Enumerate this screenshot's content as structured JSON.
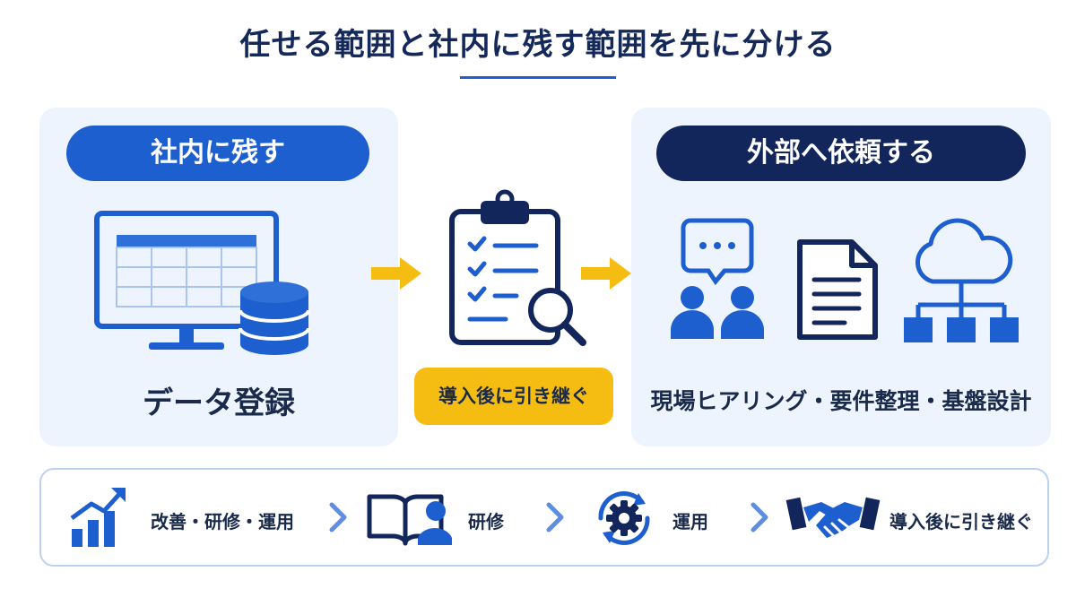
{
  "title": "任せる範囲と社内に残す範囲を先に分ける",
  "left_panel": {
    "heading": "社内に残す",
    "label": "データ登録",
    "icons": [
      "monitor-spreadsheet-icon",
      "database-icon"
    ]
  },
  "middle": {
    "icon": "clipboard-checklist-magnifier-icon",
    "label": "導入後に引き継ぐ"
  },
  "right_panel": {
    "heading": "外部へ依頼する",
    "label": "現場ヒアリング・要件整理・基盤設計",
    "icons": [
      "people-chat-icon",
      "document-icon",
      "cloud-network-icon"
    ]
  },
  "bottom_flow": [
    {
      "label": "改善・研修・運用",
      "icon": "bar-chart-growth-icon"
    },
    {
      "label": "研修",
      "icon": "book-person-icon"
    },
    {
      "label": "運用",
      "icon": "gear-cycle-icon"
    },
    {
      "label": "導入後に引き継ぐ",
      "icon": "handshake-icon"
    }
  ],
  "colors": {
    "primary_blue": "#1e5fd0",
    "navy": "#13265c",
    "accent_yellow": "#f5bd12",
    "panel_bg": "#eef4fd",
    "bar_border": "#bcd2f3",
    "chevron": "#5f8ee0"
  }
}
